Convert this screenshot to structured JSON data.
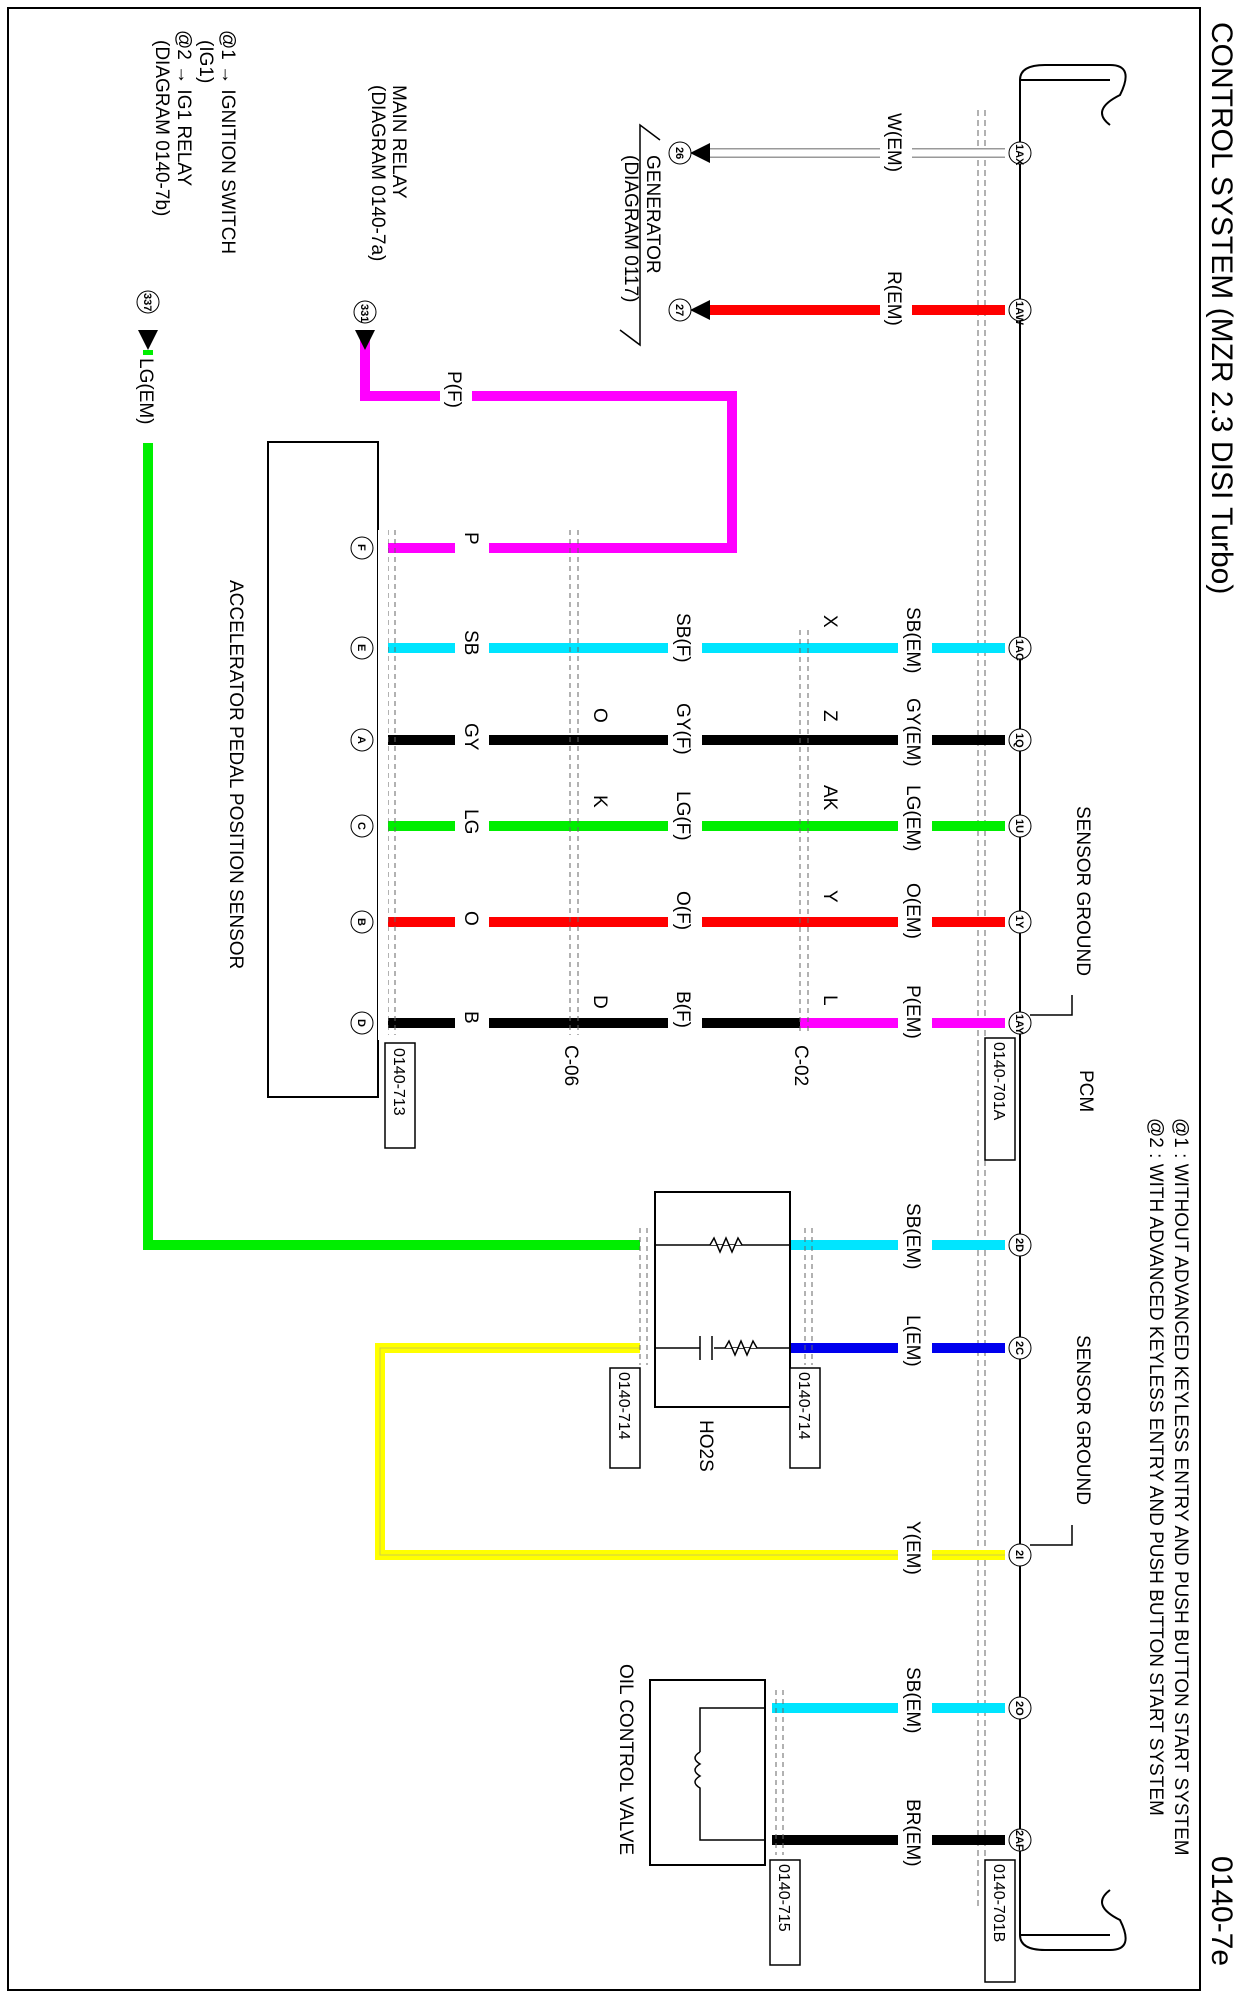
{
  "header": {
    "title": "CONTROL SYSTEM (MZR 2.3 DISI Turbo)",
    "page_ref": "0140-7e"
  },
  "notes": {
    "n1": "@1 : WITHOUT ADVANCED KEYLESS ENTRY AND PUSH BUTTON START SYSTEM",
    "n2": "@2 : WITH ADVANCED KEYLESS ENTRY AND PUSH BUTTON START SYSTEM"
  },
  "pcm": {
    "label": "PCM",
    "sensor_ground_1": "SENSOR GROUND",
    "sensor_ground_2": "SENSOR GROUND",
    "connector_a": "0140-701A",
    "connector_b": "0140-701B"
  },
  "generator": {
    "l1": "GENERATOR",
    "l2": "(DIAGRAM 0117)",
    "pin1": "26",
    "pin2": "27"
  },
  "main_relay": {
    "l1": "MAIN RELAY",
    "l2": "(DIAGRAM 0140-7a)",
    "pin": "331"
  },
  "ignition": {
    "l1": "@1 → IGNITION SWITCH",
    "l2": "(IG1)",
    "l3": "@2 → IG1 RELAY",
    "l4": "(DIAGRAM 0140-7b)",
    "pin": "337"
  },
  "colors": {
    "W": "#ffffff",
    "R": "#ff0000",
    "P": "#ff00ff",
    "SB": "#00e5ff",
    "GY": "#000000",
    "LG": "#00ee00",
    "O": "#ff0000",
    "B": "#000000",
    "L": "#0000ee",
    "Y": "#ffff00",
    "BR": "#000000"
  },
  "wires": [
    {
      "id": "w-1ax",
      "pcm_pin": "1AX",
      "label": "W(EM)"
    },
    {
      "id": "w-1aw",
      "pcm_pin": "1AW",
      "label": "R(EM)"
    },
    {
      "id": "w-331",
      "label": "P(F)"
    },
    {
      "id": "w-1ac",
      "pcm_pin": "1AC",
      "label_em": "SB(EM)",
      "c02": "X",
      "label_f": "SB(F)",
      "label_s": "SB",
      "pin": "E"
    },
    {
      "id": "w-1q",
      "pcm_pin": "1Q",
      "label_em": "GY(EM)",
      "c02": "Z",
      "label_f": "GY(F)",
      "c06": "O",
      "label_s": "GY",
      "pin": "A"
    },
    {
      "id": "w-1u",
      "pcm_pin": "1U",
      "label_em": "LG(EM)",
      "c02": "AK",
      "label_f": "LG(F)",
      "c06": "K",
      "label_s": "LG",
      "pin": "C"
    },
    {
      "id": "w-1y",
      "pcm_pin": "1Y",
      "label_em": "O(EM)",
      "c02": "Y",
      "label_f": "O(F)",
      "label_s": "O",
      "pin": "B"
    },
    {
      "id": "w-1ay",
      "pcm_pin": "1AY",
      "label_em": "P(EM)",
      "c02": "L",
      "label_f": "B(F)",
      "c06": "D",
      "label_s": "B",
      "pin": "D"
    },
    {
      "id": "w-p",
      "label_s": "P",
      "pin": "F"
    },
    {
      "id": "w-337",
      "label": "LG(EM)"
    },
    {
      "id": "w-2d",
      "pcm_pin": "2D",
      "label": "SB(EM)"
    },
    {
      "id": "w-2c",
      "pcm_pin": "2C",
      "label": "L(EM)"
    },
    {
      "id": "w-2i",
      "pcm_pin": "2I",
      "label": "Y(EM)"
    },
    {
      "id": "w-2o",
      "pcm_pin": "2O",
      "label": "SB(EM)"
    },
    {
      "id": "w-2af",
      "pcm_pin": "2AF",
      "label": "BR(EM)"
    }
  ],
  "junctions": {
    "c02": "C-02",
    "c06": "C-06"
  },
  "app_sensor": {
    "label": "ACCELERATOR PEDAL POSITION SENSOR",
    "connector": "0140-713"
  },
  "ho2s": {
    "label": "HO2S",
    "connector_1": "0140-714",
    "connector_2": "0140-714"
  },
  "ocv": {
    "label": "OIL CONTROL VALVE",
    "connector": "0140-715"
  }
}
